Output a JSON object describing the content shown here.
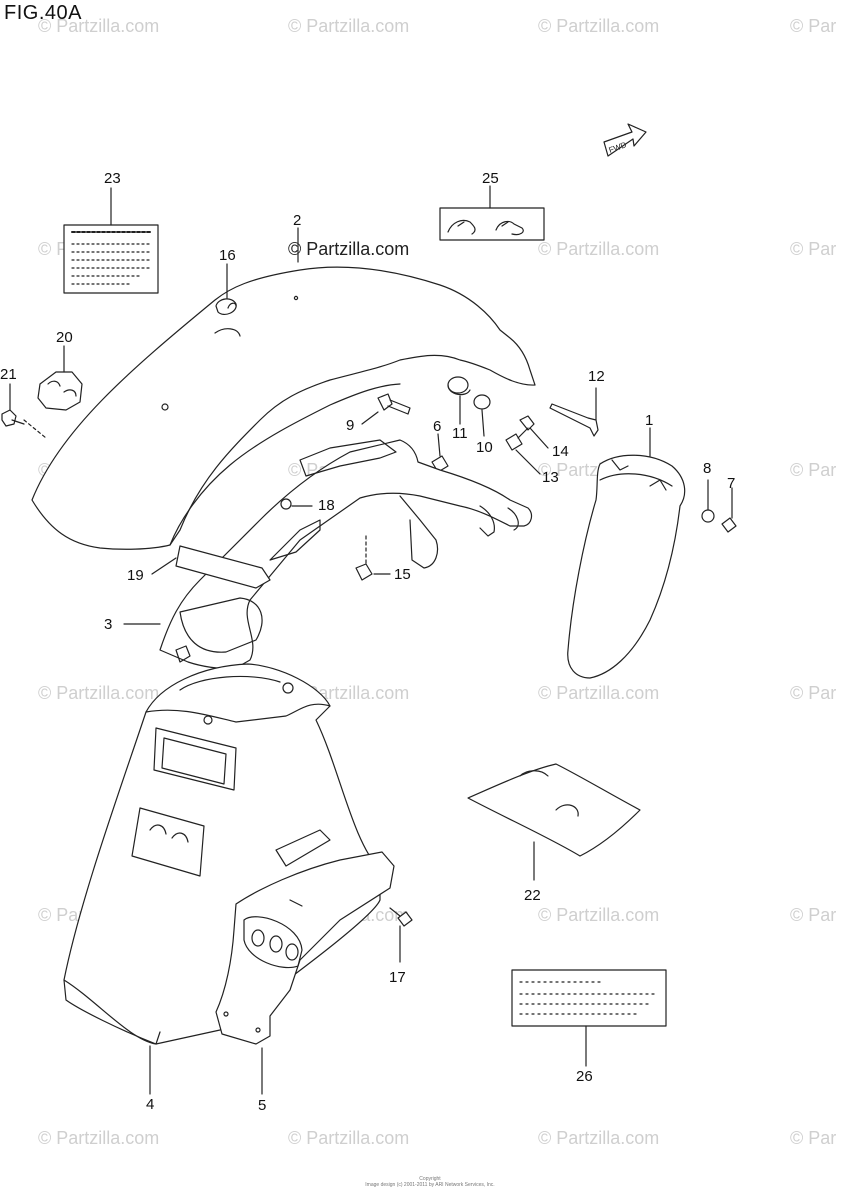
{
  "figure": {
    "title": "FIG.40A"
  },
  "watermark": {
    "text": "© Partzilla.com",
    "text_short": "© Par"
  },
  "labels": {
    "n1": "1",
    "n2": "2",
    "n3": "3",
    "n4": "4",
    "n5": "5",
    "n6": "6",
    "n7": "7",
    "n8": "8",
    "n9": "9",
    "n10": "10",
    "n11": "11",
    "n12": "12",
    "n13": "13",
    "n14": "14",
    "n15": "15",
    "n16": "16",
    "n17": "17",
    "n18": "18",
    "n19": "19",
    "n20": "20",
    "n21": "21",
    "n22": "22",
    "n23": "23",
    "n25": "25",
    "n26": "26"
  },
  "front_arrow": {
    "label": "FWD"
  },
  "footer": {
    "line1": "Copyright",
    "line2": "Image design (c) 2001-2011 by ARI Network Services, Inc."
  }
}
